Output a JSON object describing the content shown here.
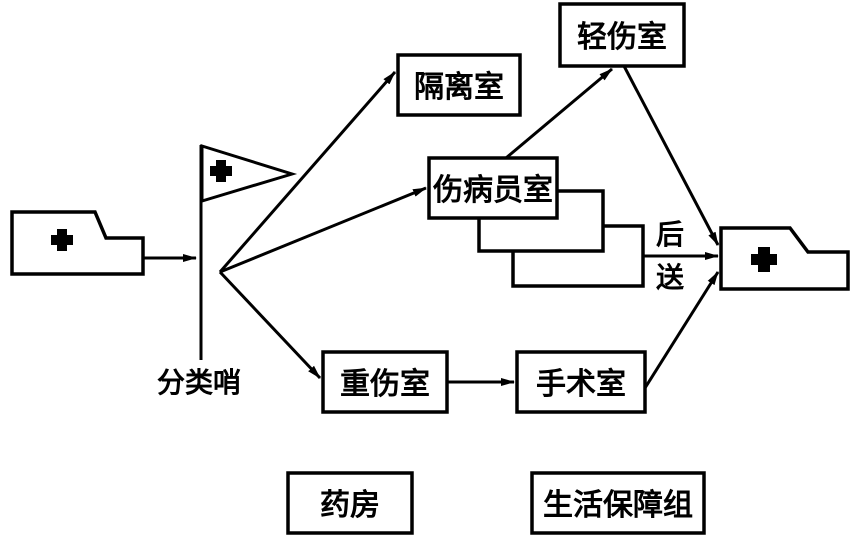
{
  "diagram": {
    "type": "medical-triage-flowchart",
    "colors": {
      "ink": "#000000",
      "background": "#ffffff"
    },
    "nodes": {
      "ambulance_in": {
        "icon": "ambulance-icon",
        "symbol": "red-cross"
      },
      "triage_flag": {
        "icon": "triage-flag-icon",
        "symbol": "red-cross",
        "label": "分类哨"
      },
      "isolation": {
        "label": "隔离室"
      },
      "minor_injury": {
        "label": "轻伤室"
      },
      "wounded_ward": {
        "label": "伤病员室"
      },
      "severe_injury": {
        "label": "重伤室"
      },
      "surgery": {
        "label": "手术室"
      },
      "ambulance_out": {
        "icon": "ambulance-icon",
        "symbol": "red-cross"
      },
      "pharmacy": {
        "label": "药房"
      },
      "logistics": {
        "label": "生活保障组"
      }
    },
    "evacuation_label": [
      "后",
      "送"
    ],
    "edges": [
      {
        "from": "ambulance_in",
        "to": "triage_flag"
      },
      {
        "from": "triage_flag",
        "to": "isolation"
      },
      {
        "from": "triage_flag",
        "to": "wounded_ward"
      },
      {
        "from": "triage_flag",
        "to": "severe_injury"
      },
      {
        "from": "wounded_ward",
        "to": "minor_injury"
      },
      {
        "from": "minor_injury",
        "to": "ambulance_out"
      },
      {
        "from": "wounded_ward",
        "to": "ambulance_out",
        "label": "后送"
      },
      {
        "from": "severe_injury",
        "to": "surgery"
      },
      {
        "from": "surgery",
        "to": "ambulance_out"
      }
    ]
  }
}
